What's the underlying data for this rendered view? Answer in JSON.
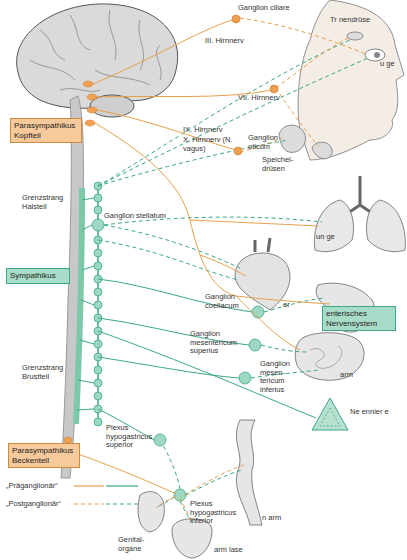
{
  "diagram": {
    "nodes": [
      {
        "text": [
          "Parasympathikus Kopfteil"
        ]
      },
      {
        "text": [
          "Sympathikus"
        ]
      },
      {
        "text": [
          "enterisches Nervensystem"
        ]
      },
      {
        "text": [
          "Parasympathikus Beckenteil"
        ]
      }
    ],
    "labels": [
      "Ganglion ciliare",
      "Tr nendrüse",
      "III. Hirnnerv",
      "u ge",
      "VII. Hirnnerv",
      "IX. Hirnnerv",
      "X. Hirnnerv (N. vagus)",
      "Ganglion oticum",
      "Speichel- drüsen",
      "Grenzstrang Halsteil",
      "Ganglion stellatum",
      "un ge",
      "er",
      "Ganglion coeliacum",
      "Ganglion mesentericum superius",
      "arm",
      "Ganglion mesen- tericum inferius",
      "Grenzstrang Brustteil",
      "Ne ennier e",
      "Plexus hypogastricus superior",
      "Plexus hypogastricus inferior",
      "Genital- organe",
      "arm lase",
      "n arm"
    ],
    "legend": [
      {
        "text": "„Präganglionär“"
      },
      {
        "text": "„Postganglionär“"
      }
    ]
  }
}
